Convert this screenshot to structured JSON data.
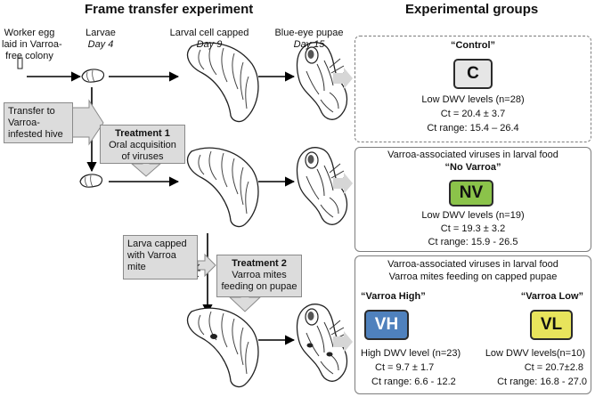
{
  "titles": {
    "left": "Frame transfer experiment",
    "right": "Experimental groups"
  },
  "stages": {
    "egg": [
      "Worker egg",
      "laid in Varroa-",
      "free colony"
    ],
    "larvae": "Larvae",
    "larvae_day": "Day 4",
    "capped": "Larval cell capped",
    "capped_day": "Day 9",
    "pupae": "Blue-eye pupae",
    "pupae_day": "Day 15"
  },
  "callouts": {
    "transfer": [
      "Transfer to",
      "Varroa-",
      "infested hive"
    ],
    "treatment1_title": "Treatment 1",
    "treatment1_text": [
      "Oral acquisition",
      "of viruses"
    ],
    "larva_capped": [
      "Larva capped",
      "with Varroa",
      "mite"
    ],
    "treatment2_title": "Treatment 2",
    "treatment2_text": [
      "Varroa mites",
      "feeding on pupae"
    ]
  },
  "groups": {
    "control": {
      "name": "“Control”",
      "badge": "C",
      "badge_color": "#e6e6e6",
      "levels": "Low DWV levels (n=28)",
      "ct": "Ct = 20.4 ± 3.7",
      "range": "Ct range: 15.4 – 26.4"
    },
    "no_varroa": {
      "header": "Varroa-associated viruses in larval food",
      "name": "“No Varroa”",
      "badge": "NV",
      "badge_color": "#8bc34a",
      "levels": "Low DWV levels (n=19)",
      "ct": "Ct = 19.3 ± 3.2",
      "range": "Ct range:  15.9 - 26.5"
    },
    "varroa": {
      "header1": "Varroa-associated viruses in larval food",
      "header2": "Varroa mites feeding on capped pupae",
      "high": {
        "name": "“Varroa High”",
        "badge": "VH",
        "badge_color": "#4f81bd",
        "levels": "High DWV level (n=23)",
        "ct": "Ct = 9.7 ± 1.7",
        "range": "Ct range: 6.6 - 12.2"
      },
      "low": {
        "name": "“Varroa Low”",
        "badge": "VL",
        "badge_color": "#e8e45c",
        "levels": "Low DWV levels(n=10)",
        "ct": "Ct = 20.7±2.8",
        "range": "Ct range: 16.8 - 27.0"
      }
    }
  }
}
